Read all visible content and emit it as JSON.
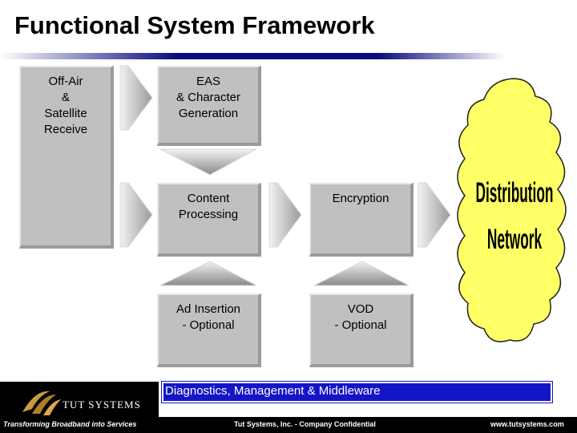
{
  "title": "Functional System Framework",
  "boxes": {
    "offair": "Off-Air\n&\nSatellite\nReceive",
    "eas": "EAS\n& Character\nGeneration",
    "content": "Content\nProcessing",
    "encryption": "Encryption",
    "ad": "Ad Insertion\n- Optional",
    "vod": "VOD\n- Optional"
  },
  "cloud": {
    "line1": "Distribution",
    "line2": "Network"
  },
  "diagnostics": "Diagnostics, Management & Middleware",
  "footer": {
    "logo": "Tut Systems",
    "tagline": "Transforming Broadband into Services",
    "confidential": "Tut Systems, Inc. - Company Confidential",
    "url": "www.tutsystems.com"
  },
  "colors": {
    "box": "#c0c0c0",
    "cloud": "#ffff66",
    "bar": "#1515c8",
    "rule": "#0a0a80"
  }
}
